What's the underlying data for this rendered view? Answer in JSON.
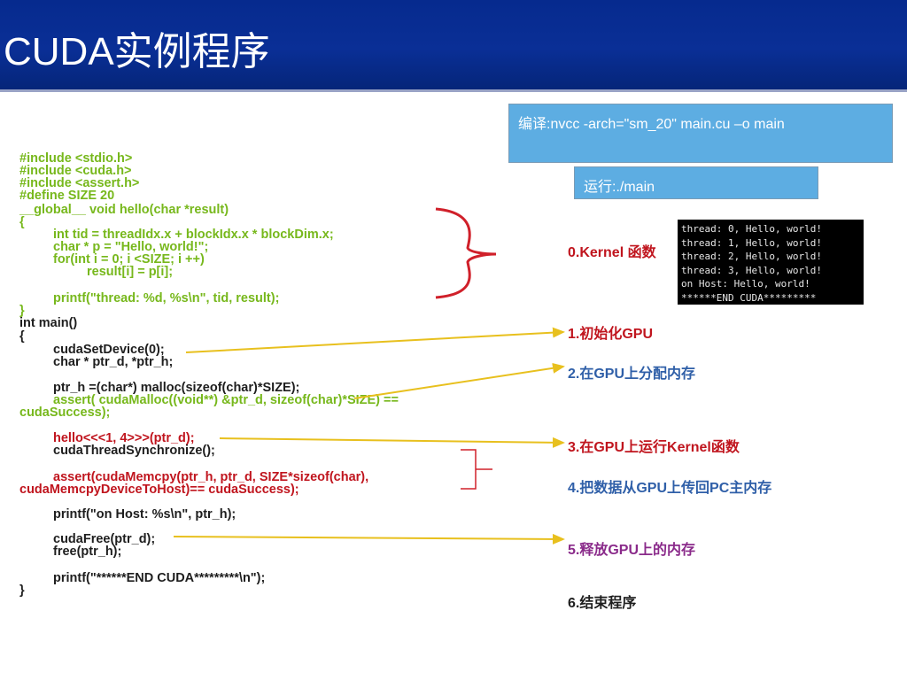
{
  "slide": {
    "title": "CUDA实例程序"
  },
  "compile_box": {
    "text": "编译:nvcc  -arch=\"sm_20\" main.cu –o main"
  },
  "run_box": {
    "text": "运行:./main"
  },
  "terminal": {
    "lines": [
      "thread: 0, Hello, world!",
      "thread: 1, Hello, world!",
      "thread: 2, Hello, world!",
      "thread: 3, Hello, world!",
      "on Host: Hello, world!",
      "******END CUDA*********"
    ]
  },
  "code_lines": [
    {
      "text": "#include <stdio.h>",
      "color": "green"
    },
    {
      "text": "#include <cuda.h>",
      "color": "green"
    },
    {
      "text": "#include <assert.h>",
      "color": "green"
    },
    {
      "text": "#define SIZE  20",
      "color": "green"
    },
    {
      "text": "__global__ void hello(char *result)",
      "color": "green"
    },
    {
      "text": "{",
      "color": "green"
    },
    {
      "text": "int tid = threadIdx.x + blockIdx.x * blockDim.x;",
      "color": "green"
    },
    {
      "text": "char * p = \"Hello, world!\";",
      "color": "green"
    },
    {
      "text": "for(int i = 0; i <SIZE; i ++)",
      "color": "green"
    },
    {
      "text": "result[i] = p[i];",
      "color": "green"
    },
    {
      "text": "printf(\"thread: %d, %s\\n\", tid, result);",
      "color": "green"
    },
    {
      "text": "}",
      "color": "green"
    },
    {
      "text": "int main()",
      "color": "black"
    },
    {
      "text": "{",
      "color": "black"
    },
    {
      "text": "cudaSetDevice(0);",
      "color": "black"
    },
    {
      "text": "char * ptr_d, *ptr_h;",
      "color": "black"
    },
    {
      "text": "ptr_h =(char*) malloc(sizeof(char)*SIZE);",
      "color": "black"
    },
    {
      "text": "assert( cudaMalloc((void**) &ptr_d, sizeof(char)*SIZE) ==",
      "color": "green"
    },
    {
      "text": "cudaSuccess);",
      "color": "green"
    },
    {
      "text": "hello<<<1, 4>>>(ptr_d);",
      "color": "red"
    },
    {
      "text": "cudaThreadSynchronize();",
      "color": "black"
    },
    {
      "text": "assert(cudaMemcpy(ptr_h, ptr_d, SIZE*sizeof(char),",
      "color": "red"
    },
    {
      "text": "cudaMemcpyDeviceToHost)== cudaSuccess);",
      "color": "red"
    },
    {
      "text": "printf(\"on Host: %s\\n\", ptr_h);",
      "color": "black"
    },
    {
      "text": "cudaFree(ptr_d);",
      "color": "black"
    },
    {
      "text": "free(ptr_h);",
      "color": "black"
    },
    {
      "text": "printf(\"******END CUDA*********\\n\");",
      "color": "black"
    },
    {
      "text": "}",
      "color": "black"
    }
  ],
  "steps": [
    {
      "text": "0.Kernel 函数",
      "color": "#c0151e"
    },
    {
      "text": "1.初始化GPU",
      "color": "#c0151e"
    },
    {
      "text": "2.在GPU上分配内存",
      "color": "#2f5fa8"
    },
    {
      "text": "3.在GPU上运行Kernel函数",
      "color": "#c0151e"
    },
    {
      "text": "4.把数据从GPU上传回PC主内存",
      "color": "#2f5fa8"
    },
    {
      "text": "5.释放GPU上的内存",
      "color": "#8a2a8a"
    },
    {
      "text": "6.结束程序",
      "color": "#1e1e1e"
    }
  ],
  "colors": {
    "title_bar": "#0a2f96",
    "box_fill": "#5dade2",
    "arrow": "#e8c01e",
    "brace": "#d0202a"
  }
}
